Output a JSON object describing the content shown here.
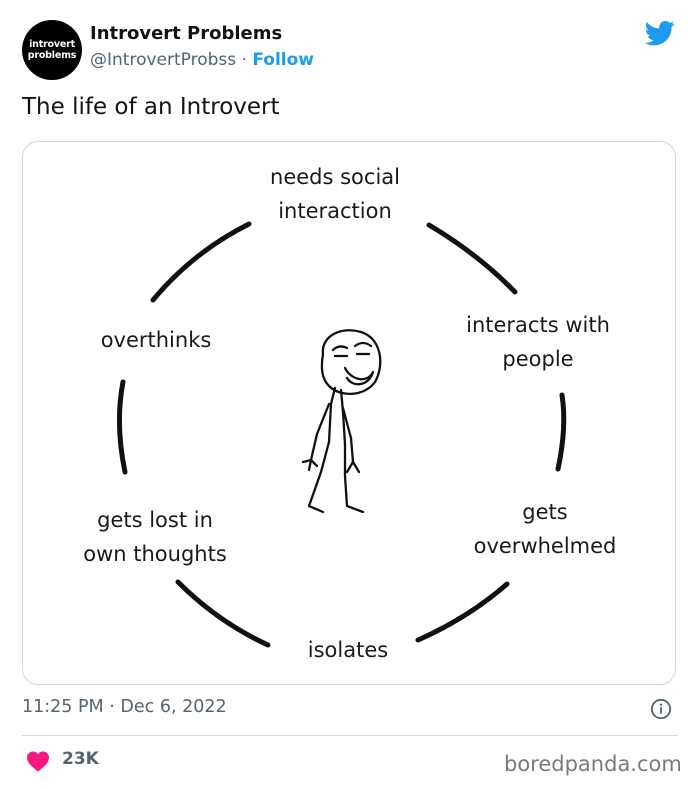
{
  "author": {
    "avatar_text_line1": "introvert",
    "avatar_text_line2": "problems",
    "display_name": "Introvert Problems",
    "handle": "@IntrovertProbss",
    "separator": "·",
    "follow_label": "Follow"
  },
  "tweet": {
    "text": "The life of an Introvert",
    "time": "11:25 PM",
    "date": "Dec 6, 2022",
    "likes": "23K"
  },
  "image": {
    "steps": {
      "needs_social_interaction": "needs social\ninteraction",
      "interacts_with_people": "interacts with\npeople",
      "gets_overwhelmed": "gets\noverwhelmed",
      "isolates": "isolates",
      "gets_lost": "gets lost in\nown thoughts",
      "overthinks": "overthinks"
    }
  },
  "footer": {
    "watermark": "boredpanda.com"
  },
  "colors": {
    "brand_blue": "#1d9bf0",
    "like_pink": "#f91880",
    "secondary_text": "#536471"
  }
}
